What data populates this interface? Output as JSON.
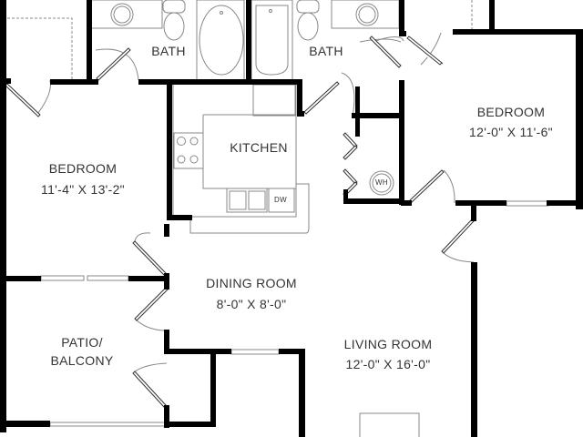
{
  "floor_plan": {
    "colors": {
      "wall": "#000000",
      "fixture": "#777777",
      "label": "#333333",
      "background": "#ffffff"
    },
    "rooms": [
      {
        "id": "bath-left",
        "name": "BATH",
        "dimensions": ""
      },
      {
        "id": "bath-right",
        "name": "BATH",
        "dimensions": ""
      },
      {
        "id": "kitchen",
        "name": "KITCHEN",
        "dimensions": ""
      },
      {
        "id": "bedroom-left",
        "name": "BEDROOM",
        "dimensions": "11'-4\" X 13'-2\""
      },
      {
        "id": "bedroom-right",
        "name": "BEDROOM",
        "dimensions": "12'-0\" X 11'-6\""
      },
      {
        "id": "dining-room",
        "name": "DINING ROOM",
        "dimensions": "8'-0\" X 8'-0\""
      },
      {
        "id": "patio",
        "name": "PATIO/",
        "name2": "BALCONY",
        "dimensions": ""
      },
      {
        "id": "living-room",
        "name": "LIVING ROOM",
        "dimensions": "12'-0\" X 16'-0\""
      }
    ],
    "fixtures": {
      "water_heater": "WH",
      "dishwasher": "DW"
    }
  }
}
